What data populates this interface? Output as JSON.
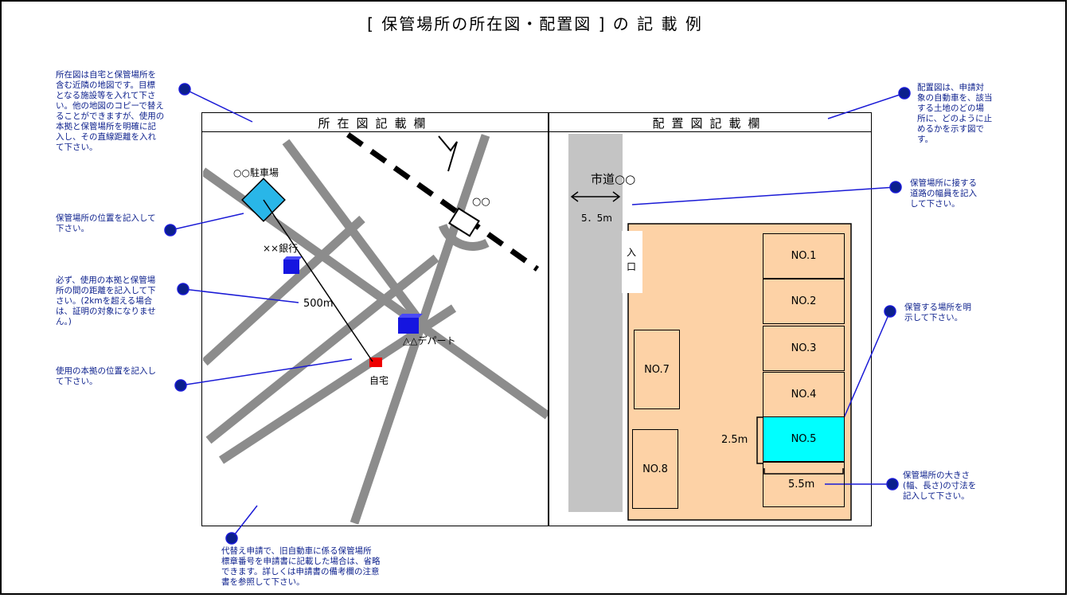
{
  "title": "[ 保管場所の所在図・配置図 ] の 記 載 例",
  "left_panel": {
    "header": "所在図記載欄",
    "labels": {
      "parking": "○○駐車場",
      "landmark_top": "○○",
      "bank": "××銀行",
      "distance": "500m",
      "dept_store": "△△デパート",
      "home": "自宅"
    }
  },
  "right_panel": {
    "header": "配置図記載欄",
    "road_name": "市道○○",
    "road_width": "5．5m",
    "entrance": "入\n口",
    "slots": [
      "NO.1",
      "NO.2",
      "NO.3",
      "NO.4",
      "NO.5",
      "NO.7",
      "NO.8"
    ],
    "slot_width_label": "2.5m",
    "slot_length_label": "5.5m"
  },
  "notes": {
    "location_map": "所在図は自宅と保管場所を\n含む近隣の地図です。目標\nとなる施設等を入れて下さ\nい。他の地図のコピーで替え\nることができますが、使用の\n本拠と保管場所を明確に記\n入し、その直線距離を入れ\nて下さい。",
    "storage_position": "保管場所の位置を記入して\n下さい。",
    "distance": "必ず、使用の本拠と保管場\n所の間の距離を記入して下\nさい。(2kmを超える場合\nは、証明の対象になりませ\nん。)",
    "home_position": "使用の本拠の位置を記入し\nて下さい。",
    "replacement": "代替え申請で、旧自動車に係る保管場所\n標章番号を申請書に記載した場合は、省略\nできます。詳しくは申請書の備考欄の注意\n書を参照して下さい。",
    "layout_map": "配置図は、申請対\n象の自動車を、該当\nする土地のどの場\n所に、どのように止\nめるかを示す図で\nす。",
    "road_width": "保管場所に接する\n道路の幅員を記入\nして下さい。",
    "storage_spot": "保管する場所を明\n示して下さい。",
    "dimensions": "保管場所の大きさ\n(幅、長さ)の寸法を\n記入して下さい。"
  },
  "colors": {
    "note_text": "#0b1f8c",
    "callout": "#1a1ad6",
    "lot": "#fdd2a6",
    "highlight": "#00ffff",
    "road": "#8c8c8c",
    "side_road": "#c4c4c4",
    "building": "#1515e0",
    "home": "#ee0000",
    "parking": "#29b6e8"
  }
}
